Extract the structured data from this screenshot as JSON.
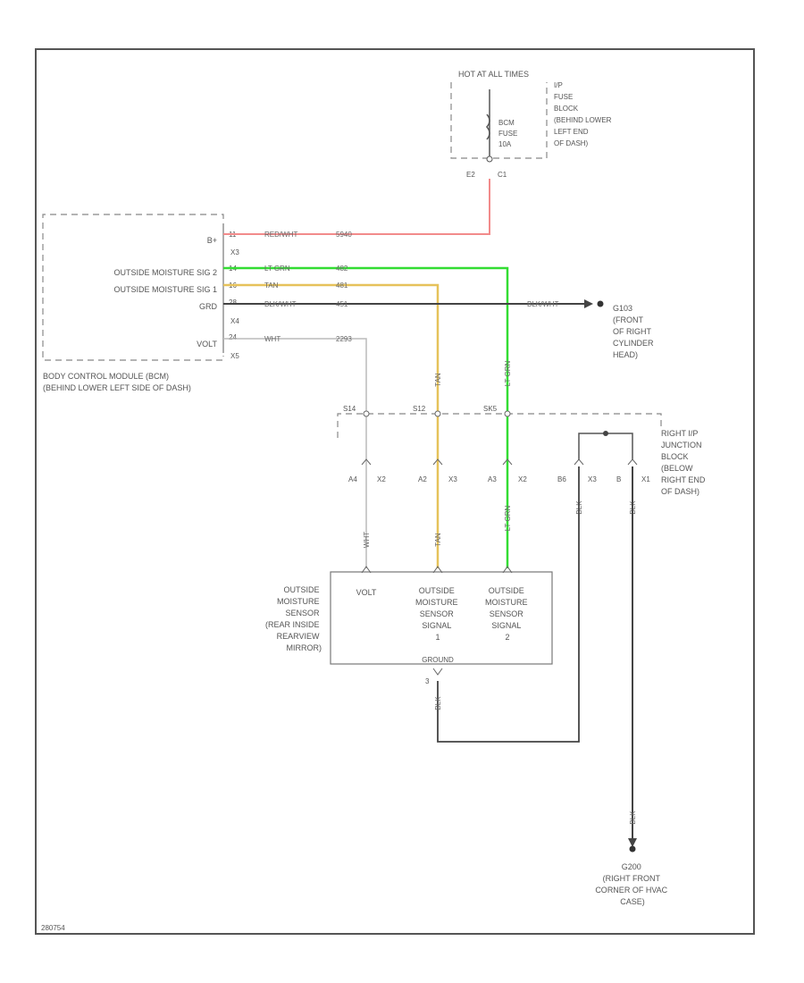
{
  "fuse_block": {
    "heading": "HOT AT ALL TIMES",
    "location": [
      "I/P",
      "FUSE",
      "BLOCK",
      "(BEHIND LOWER",
      "LEFT END",
      "OF DASH)"
    ],
    "fuse": [
      "BCM",
      "FUSE",
      "10A"
    ],
    "pins": [
      "E2",
      "C1"
    ]
  },
  "bcm": {
    "name_lines": [
      "BODY CONTROL MODULE (BCM)",
      "(BEHIND LOWER LEFT SIDE OF DASH)"
    ],
    "rows": [
      {
        "label": "B+",
        "pin": "11",
        "conn": "X3",
        "wire": "RED/WHT",
        "circuit": "5940"
      },
      {
        "label": "OUTSIDE MOISTURE SIG 2",
        "pin": "14",
        "conn": "",
        "wire": "LT GRN",
        "circuit": "482"
      },
      {
        "label": "OUTSIDE MOISTURE SIG 1",
        "pin": "16",
        "conn": "",
        "wire": "TAN",
        "circuit": "481"
      },
      {
        "label": "GRD",
        "pin": "28",
        "conn": "X4",
        "wire": "BLK/WHT",
        "circuit": "451"
      },
      {
        "label": "VOLT",
        "pin": "24",
        "conn": "X5",
        "wire": "WHT",
        "circuit": "2293"
      }
    ]
  },
  "ground_g103": {
    "wire": "BLK/WHT",
    "lines": [
      "G103",
      "(FRONT",
      "OF RIGHT",
      "CYLINDER",
      "HEAD)"
    ]
  },
  "junction_block": {
    "labels": [
      "RIGHT I/P",
      "JUNCTION",
      "BLOCK",
      "(BELOW",
      "RIGHT END",
      "OF DASH)"
    ],
    "splices": [
      "S14",
      "S12",
      "SK5"
    ],
    "pins": [
      {
        "pin": "A4",
        "conn": "X2",
        "wire": "WHT"
      },
      {
        "pin": "A2",
        "conn": "X3",
        "wire": "TAN"
      },
      {
        "pin": "A3",
        "conn": "X2",
        "wire": "LT GRN"
      },
      {
        "pin": "B6",
        "conn": "X3",
        "wire": "BLK"
      },
      {
        "pin": "B",
        "conn": "X1",
        "wire": "BLK"
      }
    ]
  },
  "sensor": {
    "name": [
      "OUTSIDE",
      "MOISTURE",
      "SENSOR",
      "(REAR INSIDE",
      "REARVIEW",
      "MIRROR)"
    ],
    "signals": [
      [
        "VOLT"
      ],
      [
        "OUTSIDE",
        "MOISTURE",
        "SENSOR",
        "SIGNAL",
        "1"
      ],
      [
        "OUTSIDE",
        "MOISTURE",
        "SENSOR",
        "SIGNAL",
        "2"
      ]
    ],
    "ground": "GROUND",
    "ground_pin": "3",
    "ground_wire": "BLK"
  },
  "ground_g200": {
    "wire": "BLK",
    "lines": [
      "G200",
      "(RIGHT FRONT",
      "CORNER OF HVAC",
      "CASE)"
    ]
  },
  "footer": "280754",
  "colors": {
    "red": "#f28b8b",
    "green": "#33dd33",
    "tan": "#e6c25a",
    "black": "#444444",
    "white": "#bbbbbb"
  }
}
